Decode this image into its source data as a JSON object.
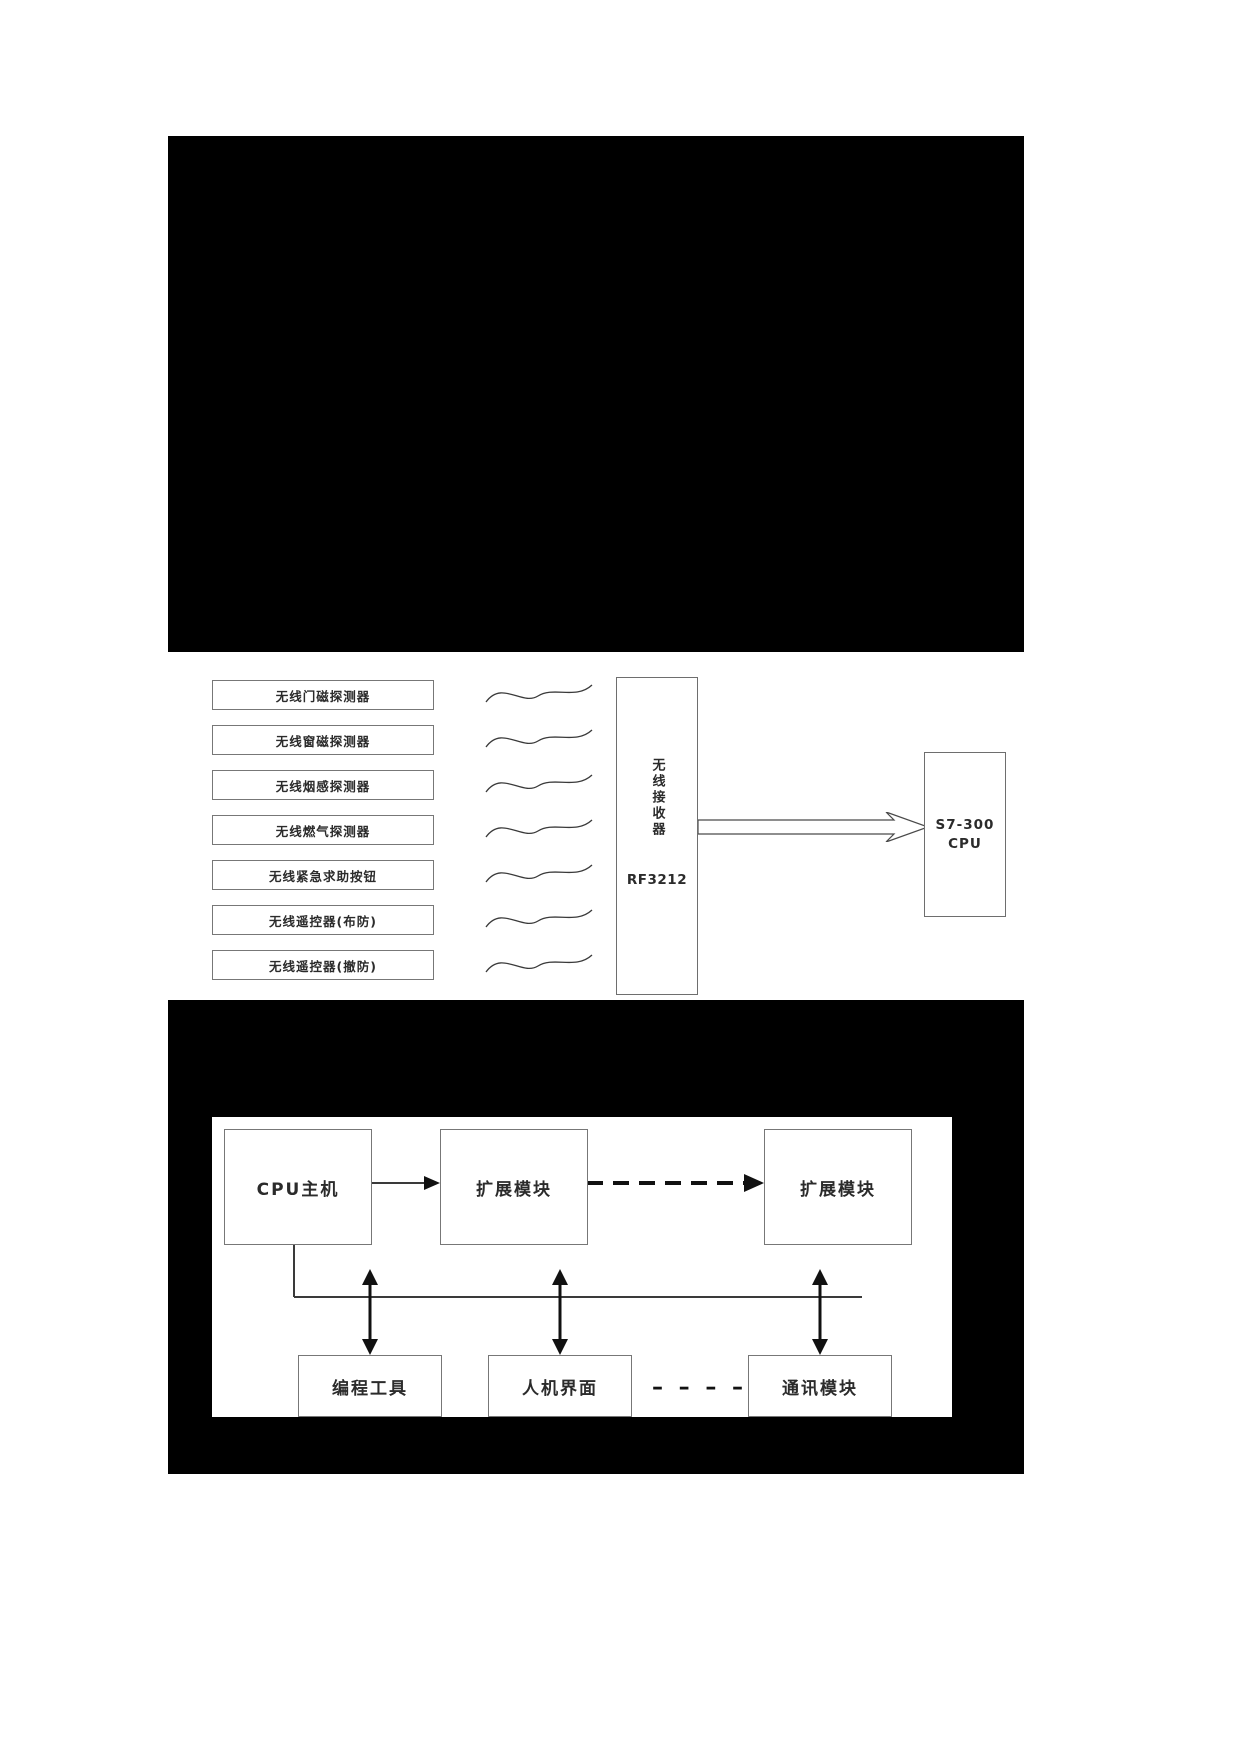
{
  "document": {
    "background_color": "#ffffff",
    "plate_color": "#000000",
    "panel_color": "#ffffff",
    "box_border_color": "#6e6e6e",
    "text_color": "#2b2b2b"
  },
  "figure1": {
    "name": "wireless-alarm-system-diagram",
    "sensors": [
      {
        "label": "无线门磁探测器"
      },
      {
        "label": "无线窗磁探测器"
      },
      {
        "label": "无线烟感探测器"
      },
      {
        "label": "无线燃气探测器"
      },
      {
        "label": "无线紧急求助按钮"
      },
      {
        "label": "无线遥控器(布防)"
      },
      {
        "label": "无线遥控器(撤防)"
      }
    ],
    "receiver": {
      "vertical_label": "无线接收器",
      "model": "RF3212"
    },
    "controller": {
      "line1": "S7-300",
      "line2": "CPU"
    }
  },
  "figure2": {
    "name": "plc-architecture-diagram",
    "top_row": [
      {
        "label": "CPU主机"
      },
      {
        "label": "扩展模块"
      },
      {
        "label": "扩展模块"
      }
    ],
    "bottom_row": [
      {
        "label": "编程工具"
      },
      {
        "label": "人机界面"
      },
      {
        "label": "通讯模块"
      }
    ],
    "ellipsis": "– – – –"
  }
}
